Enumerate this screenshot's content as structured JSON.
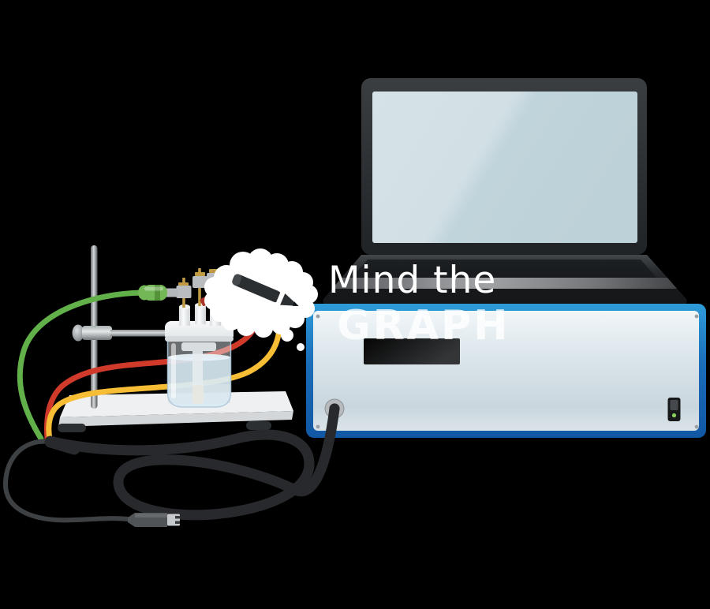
{
  "watermark": {
    "brand_line1": "Mind the",
    "brand_line2": "GRAPH",
    "logo": "brain-pencil-logo"
  },
  "colors": {
    "background": "#000000",
    "box_blue": "#1b6db8",
    "box_blue_light": "#2f9cd9",
    "panel_gray": "#d6e1e7",
    "screen_blue": "#c7d9df",
    "wire_green": "#62b049",
    "wire_red": "#cf3a2a",
    "wire_yellow": "#f7bd35",
    "cable_black": "#27292c",
    "led_green": "#8ad05a",
    "clip_green": "#74b757",
    "clip_red": "#ce3e2d",
    "brass": "#c09a43",
    "brain_white": "#ffffff"
  },
  "scene": {
    "component_labels": [
      "laptop",
      "potentiostat-box",
      "display-window",
      "power-switch",
      "power-led",
      "cable-port",
      "instrument-cable",
      "usb-cable",
      "usb-plug",
      "lab-stand",
      "clamp",
      "electrochemical-cell",
      "electrode-ports",
      "green-alligator-clip",
      "red-alligator-clip",
      "wire-green",
      "wire-red",
      "wire-yellow"
    ],
    "power_led_state": "on"
  }
}
